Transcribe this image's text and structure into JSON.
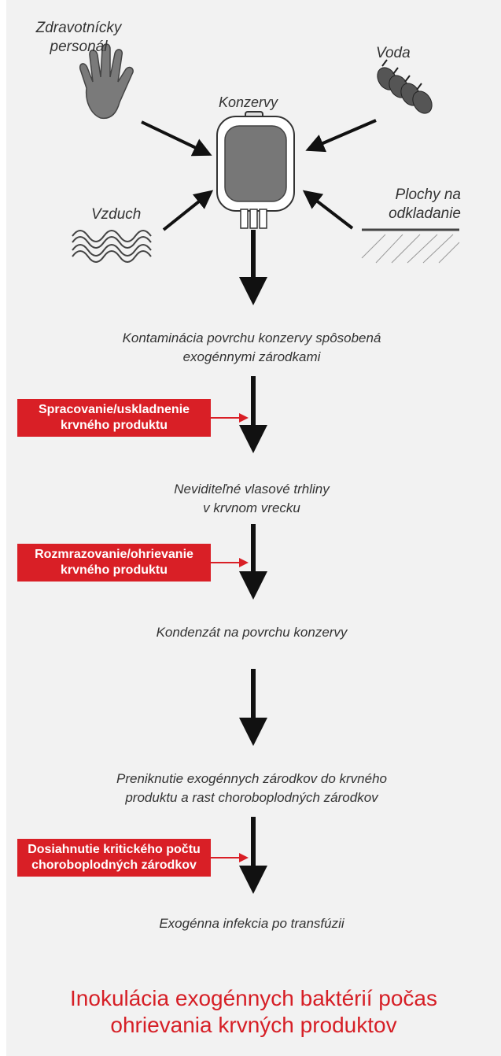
{
  "sources": {
    "staff": [
      "Zdravotnícky",
      "personál"
    ],
    "water": "Voda",
    "product": "Konzervy",
    "air": "Vzduch",
    "surfaces": [
      "Plochy na",
      "odkladanie"
    ]
  },
  "steps": [
    [
      "Kontaminácia povrchu konzervy spôsobená",
      "exogénnymi zárodkami"
    ],
    [
      "Neviditeľné vlasové trhliny",
      "v krvnom vrecku"
    ],
    [
      "Kondenzát na povrchu konzervy"
    ],
    [
      "Preniknutie exogénnych zárodkov do krvného",
      "produktu a rast choroboplodných zárodkov"
    ],
    [
      "Exogénna infekcia po transfúzii"
    ]
  ],
  "factors": [
    [
      "Spracovanie/uskladnenie",
      "krvného produktu"
    ],
    [
      "Rozmrazovanie/ohrievanie",
      "krvného produktu"
    ],
    [
      "Dosiahnutie kritického počtu",
      "choroboplodných zárodkov"
    ]
  ],
  "footer": [
    "Inokulácia exogénnych baktérií počas",
    "ohrievania krvných produktov"
  ],
  "colors": {
    "accent": "#d91f26",
    "arrow": "#111111",
    "background": "#f2f2f2"
  }
}
